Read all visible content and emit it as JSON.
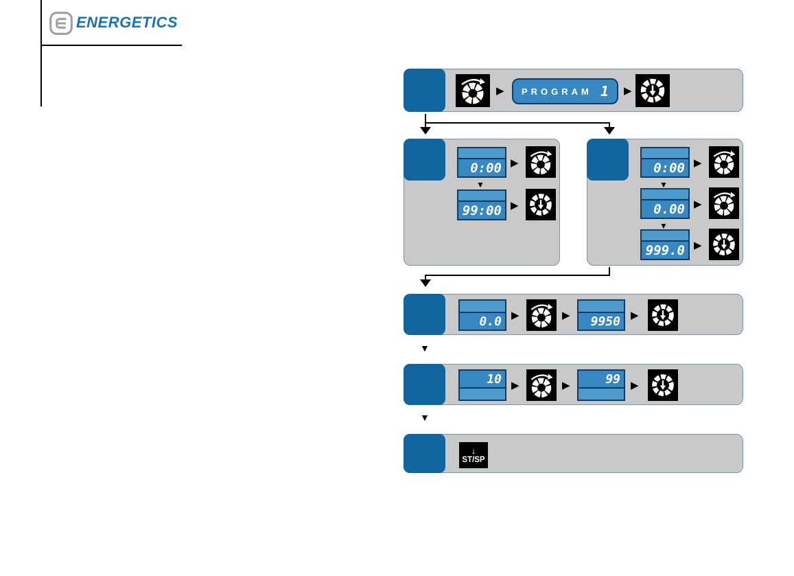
{
  "colors": {
    "step_blue": "#1166A0",
    "panel_gray": "#C9C9CA",
    "panel_border": "#7096AC",
    "lcd_body": "#3787C1",
    "lcd_band": "#4E9ACA",
    "lcd_border": "#0F3D63",
    "brand_blue": "#1B72B8",
    "icon_black": "#000000"
  },
  "logo": {
    "brand": "ENERGETICS"
  },
  "glyphs": {
    "arrow_right": "▶",
    "arrow_down": "▼"
  },
  "icons": {
    "rotate_dial": "rotate-dial-icon",
    "press_dial": "press-dial-icon",
    "start_stop": "start-stop-key-icon"
  },
  "flow": {
    "row1": {
      "display_label": "PROGRAM",
      "display_value": "1"
    },
    "row2_left": {
      "displays": [
        "0:00",
        "99:00"
      ]
    },
    "row2_right": {
      "displays": [
        "0:00",
        "0.00",
        "999.0"
      ]
    },
    "row3": {
      "displays": [
        "0.0",
        "9950"
      ]
    },
    "row4": {
      "displays": [
        "10",
        "99"
      ]
    },
    "row5": {
      "key_arrow": "↓",
      "key_label": "ST/SP"
    }
  }
}
